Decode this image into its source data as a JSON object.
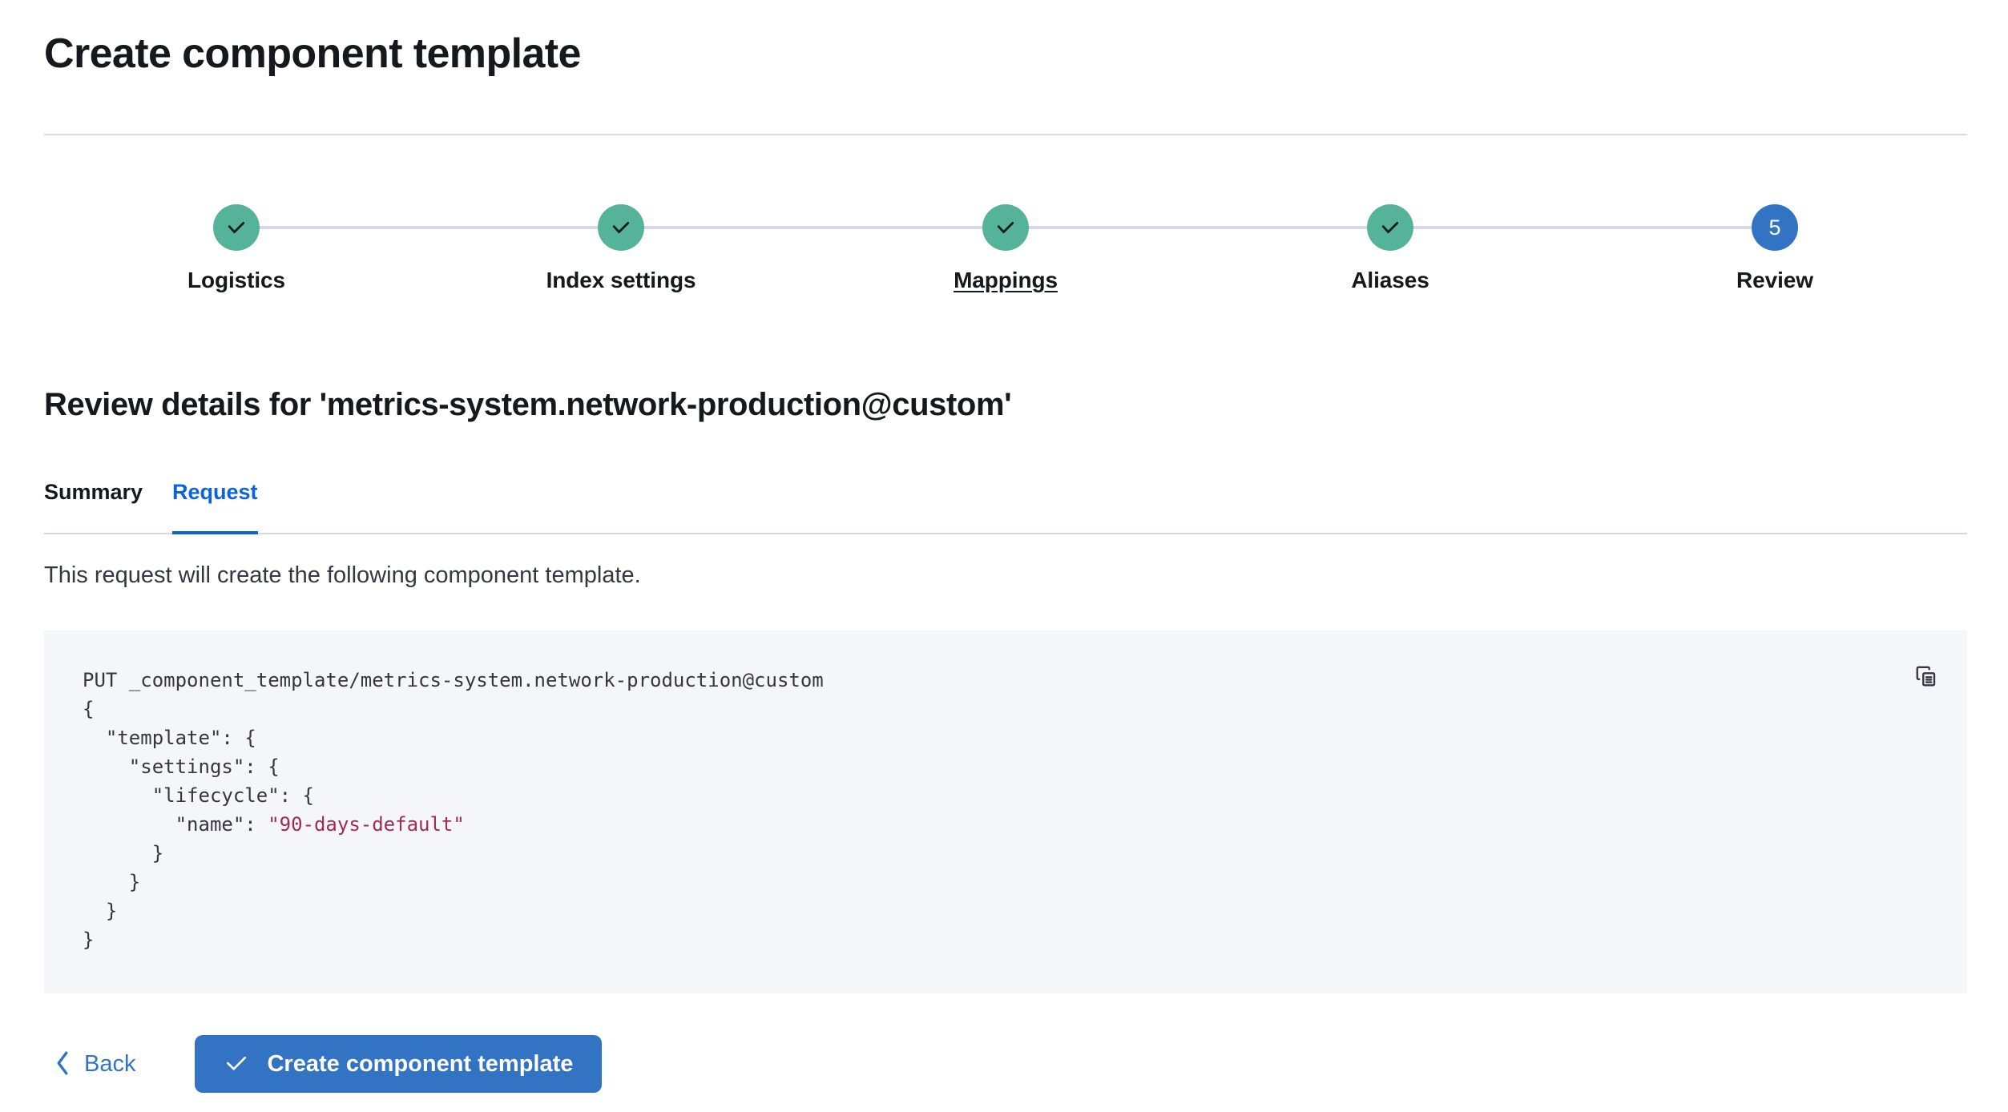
{
  "header": {
    "title": "Create component template"
  },
  "stepper": {
    "steps": [
      {
        "label": "Logistics",
        "state": "complete",
        "indicator": "check",
        "hovered": false
      },
      {
        "label": "Index settings",
        "state": "complete",
        "indicator": "check",
        "hovered": false
      },
      {
        "label": "Mappings",
        "state": "complete",
        "indicator": "check",
        "hovered": true
      },
      {
        "label": "Aliases",
        "state": "complete",
        "indicator": "check",
        "hovered": false
      },
      {
        "label": "Review",
        "state": "current",
        "indicator": "5",
        "hovered": false
      }
    ],
    "colors": {
      "complete": "#54B399",
      "current": "#3273C4",
      "connector": "#D3DAE6"
    }
  },
  "review": {
    "heading": "Review details for 'metrics-system.network-production@custom'",
    "tabs": [
      {
        "label": "Summary",
        "active": false
      },
      {
        "label": "Request",
        "active": true
      }
    ],
    "description": "This request will create the following component template."
  },
  "code": {
    "copy_icon": "copy-icon",
    "lines": [
      {
        "text": "PUT _component_template/metrics-system.network-production@custom"
      },
      {
        "text": "{"
      },
      {
        "text": "  \"template\": {"
      },
      {
        "text": "    \"settings\": {"
      },
      {
        "text": "      \"lifecycle\": {"
      },
      {
        "text": "        \"name\": ",
        "string": "\"90-days-default\""
      },
      {
        "text": "      }"
      },
      {
        "text": "    }"
      },
      {
        "text": "  }"
      },
      {
        "text": "}"
      }
    ],
    "string_color": "#A12A57",
    "background": "#F5F6FA"
  },
  "footer": {
    "back_label": "Back",
    "back_icon": "chevron-left-icon",
    "submit_label": "Create component template",
    "submit_icon": "check-icon",
    "submit_color": "#3273C4"
  }
}
